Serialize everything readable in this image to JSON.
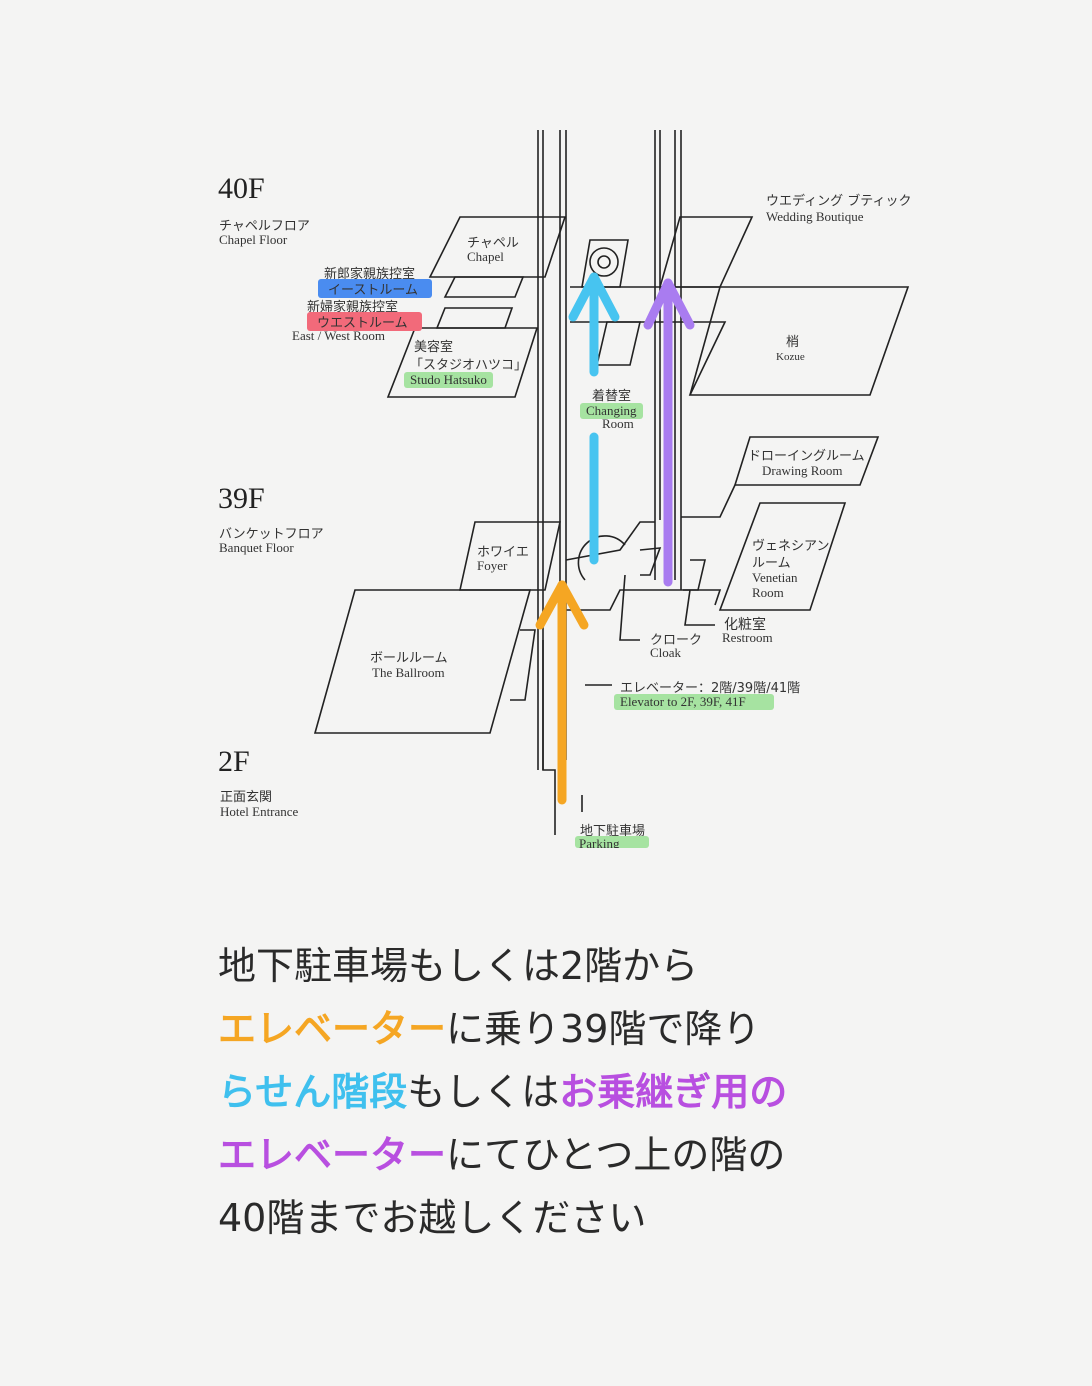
{
  "colors": {
    "orange": "#f5a623",
    "cyan": "#47c4f0",
    "purple": "#a97cf0",
    "magenta": "#b84fe0",
    "green_highlight": "#a6e3a1",
    "blue_highlight": "#4a8cf0",
    "red_highlight": "#f26a7a"
  },
  "floors": [
    {
      "level": "40F",
      "jp": "チャペルフロア",
      "en": "Chapel Floor"
    },
    {
      "level": "39F",
      "jp": "バンケットフロア",
      "en": "Banquet Floor"
    },
    {
      "level": "2F",
      "jp": "正面玄関",
      "en": "Hotel Entrance"
    }
  ],
  "rooms": {
    "chapel": {
      "jp": "チャペル",
      "en": "Chapel"
    },
    "east_room": {
      "jp": "新郎家親族控室",
      "jp2": "イーストルーム"
    },
    "west_room": {
      "jp": "新婦家親族控室",
      "jp2": "ウエストルーム",
      "en": "East / West Room"
    },
    "studio": {
      "jp": "美容室",
      "jp2": "「スタジオハツコ」",
      "en": "Studo Hatsuko"
    },
    "wedding_boutique": {
      "jp": "ウエディング ブティック",
      "en": "Wedding Boutique"
    },
    "kozue": {
      "jp": "梢",
      "en": "Kozue"
    },
    "changing_room": {
      "jp": "着替室",
      "en": "Changing",
      "en2": "Room"
    },
    "drawing_room": {
      "jp": "ドローイングルーム",
      "en": "Drawing Room"
    },
    "venetian": {
      "jp": "ヴェネシアン",
      "jp2": "ルーム",
      "en": "Venetian",
      "en2": "Room"
    },
    "foyer": {
      "jp": "ホワイエ",
      "en": "Foyer"
    },
    "restroom": {
      "jp": "化粧室",
      "en": "Restroom"
    },
    "cloak": {
      "jp": "クローク",
      "en": "Cloak"
    },
    "ballroom": {
      "jp": "ボールルーム",
      "en": "The Ballroom"
    },
    "elevator": {
      "jp": "エレベーター：2階/39階/41階",
      "en": "Elevator to 2F, 39F, 41F"
    },
    "parking": {
      "jp": "地下駐車場",
      "en": "Parking"
    }
  },
  "caption": {
    "line1": "地下駐車場もしくは2階から",
    "line2a": "エレベーター",
    "line2b": "に乗り39階で降り",
    "line3a": "らせん階段",
    "line3b": "もしくは",
    "line3c": "お乗継ぎ用の",
    "line4a": "エレベーター",
    "line4b": "にてひとつ上の階の",
    "line5": "40階までお越しください"
  }
}
